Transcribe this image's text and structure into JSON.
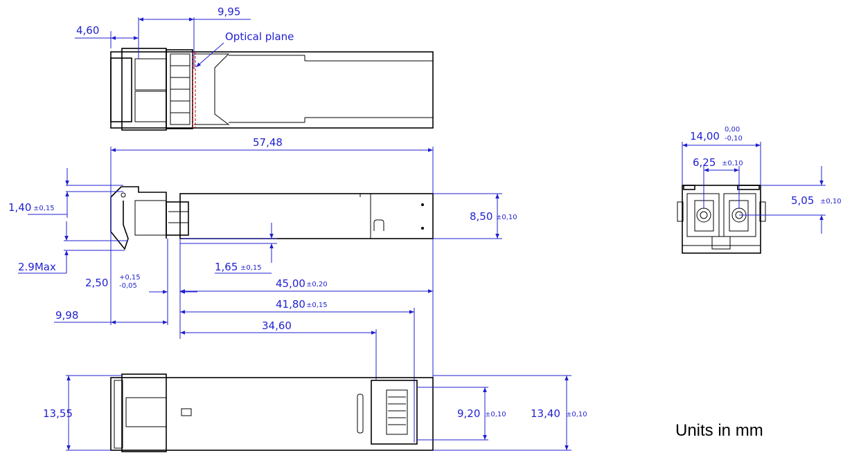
{
  "colors": {
    "dimension": "#1f1fd0",
    "outline": "#000000",
    "optical_plane": "#d00000"
  },
  "top_view": {
    "dim_left": "4,60",
    "dim_right": "9,95",
    "callout": "Optical plane"
  },
  "side_view": {
    "overall_length": "57,48",
    "height": "8,50",
    "height_tol": "±0,10",
    "latch_offset": "1,40",
    "latch_offset_tol": "±0,15",
    "bottom_step": "1,65",
    "bottom_step_tol": "±0,15",
    "max_protrusion": "2.9Max",
    "flange": "2,50",
    "flange_tol_upper": "+0,15",
    "flange_tol_lower": "-0,05",
    "bail_length": "9,98",
    "len_45": "45,00",
    "len_45_tol": "±0,20",
    "len_41": "41,80",
    "len_41_tol": "±0,15",
    "len_34": "34,60"
  },
  "bottom_view": {
    "width_left": "13,55",
    "connector_width": "9,20",
    "connector_width_tol": "±0,10",
    "width_right": "13,40",
    "width_right_tol": "±0,10"
  },
  "front_view": {
    "width": "14,00",
    "width_tol_upper": "0,00",
    "width_tol_lower": "-0,10",
    "port_pitch": "6,25",
    "port_pitch_tol": "±0,10",
    "port_height": "5,05",
    "port_height_tol": "±0,10"
  },
  "units_note": "Units in mm"
}
